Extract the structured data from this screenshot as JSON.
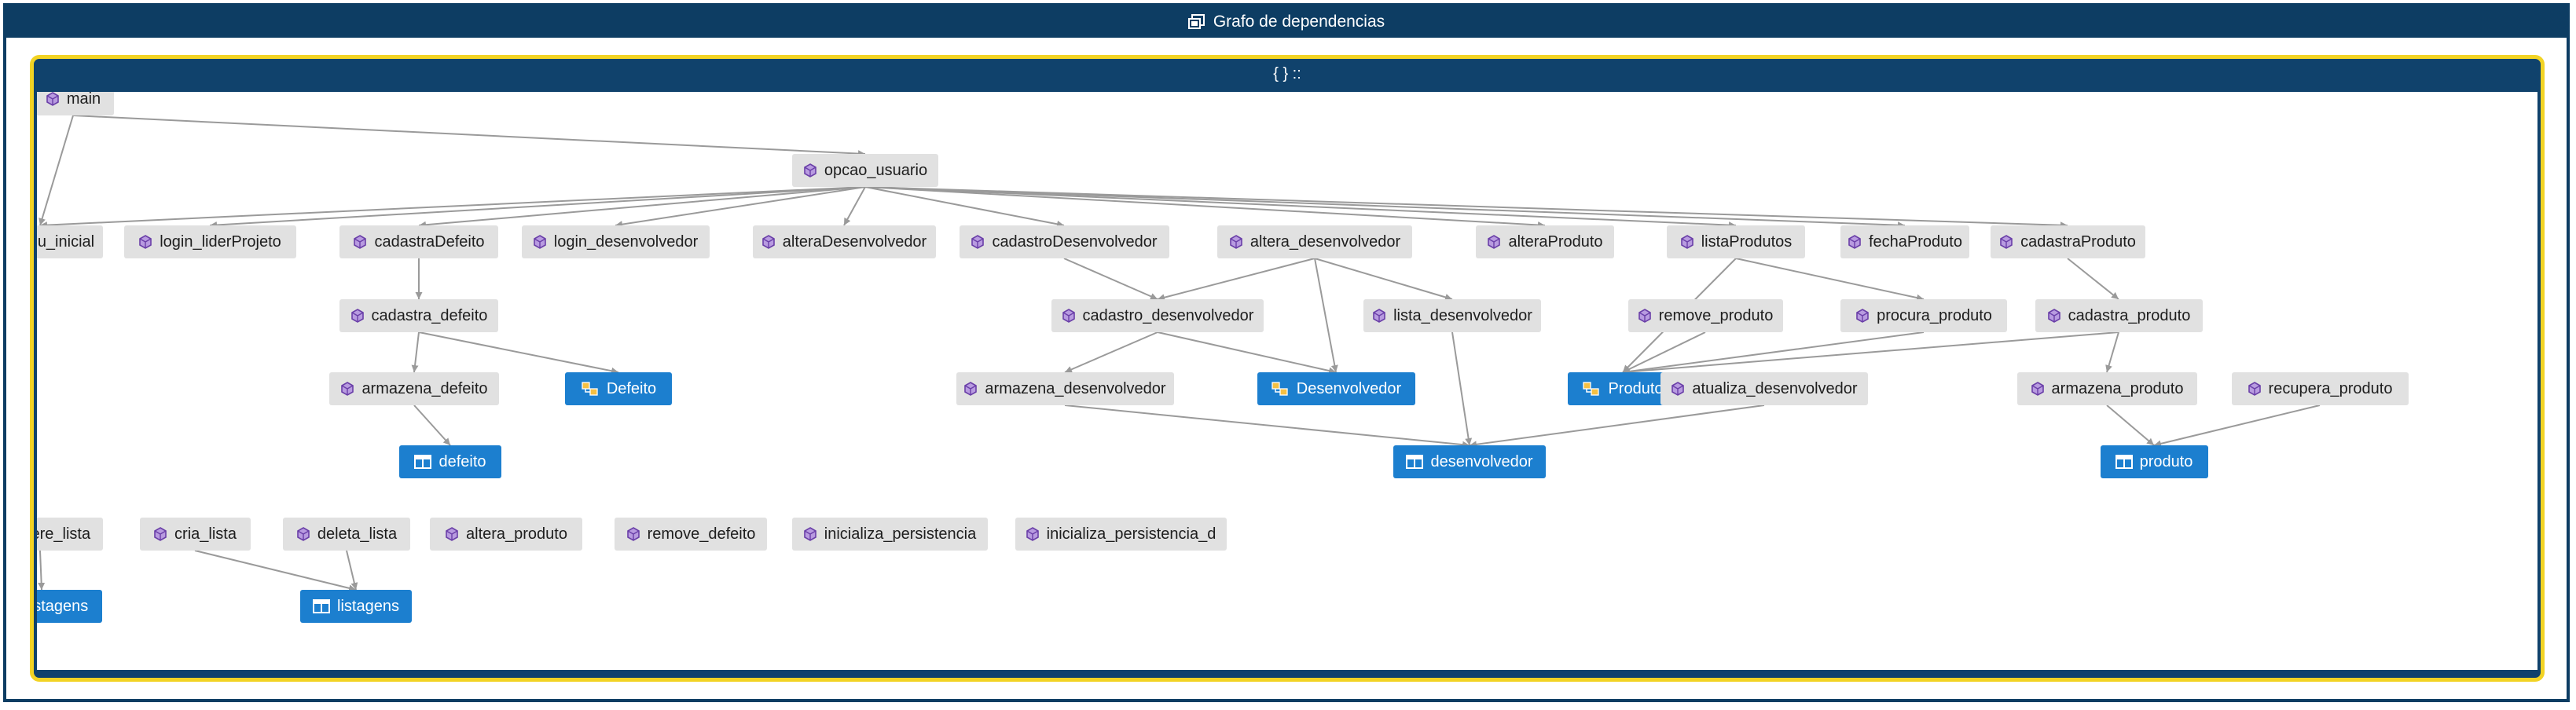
{
  "window": {
    "title": "Grafo de dependencias",
    "title_icon": "graph-window-icon"
  },
  "namespace": {
    "label": "{ } ::",
    "icon": "namespace-icon"
  },
  "colors": {
    "window_frame": "#0d3d63",
    "namespace_border": "#f2d324",
    "function_node": "#e1e1e1",
    "type_node": "#1c7fcf",
    "function_icon": "#7b4fb5",
    "edge": "#9a9a9a"
  },
  "nodes": [
    {
      "id": "main",
      "label": "main",
      "kind": "function"
    },
    {
      "id": "opcao_usuario",
      "label": "opcao_usuario",
      "kind": "function"
    },
    {
      "id": "menu_inicial",
      "label": "menu_inicial",
      "kind": "function"
    },
    {
      "id": "login_liderProjeto",
      "label": "login_liderProjeto",
      "kind": "function"
    },
    {
      "id": "cadastraDefeito",
      "label": "cadastraDefeito",
      "kind": "function"
    },
    {
      "id": "login_desenvolvedor",
      "label": "login_desenvolvedor",
      "kind": "function"
    },
    {
      "id": "alteraDesenvolvedor",
      "label": "alteraDesenvolvedor",
      "kind": "function"
    },
    {
      "id": "cadastroDesenvolvedor",
      "label": "cadastroDesenvolvedor",
      "kind": "function"
    },
    {
      "id": "altera_desenvolvedor",
      "label": "altera_desenvolvedor",
      "kind": "function"
    },
    {
      "id": "alteraProduto",
      "label": "alteraProduto",
      "kind": "function"
    },
    {
      "id": "listaProdutos",
      "label": "listaProdutos",
      "kind": "function"
    },
    {
      "id": "fechaProduto",
      "label": "fechaProduto",
      "kind": "function"
    },
    {
      "id": "cadastraProduto",
      "label": "cadastraProduto",
      "kind": "function"
    },
    {
      "id": "cadastra_defeito",
      "label": "cadastra_defeito",
      "kind": "function"
    },
    {
      "id": "cadastro_desenvolvedor",
      "label": "cadastro_desenvolvedor",
      "kind": "function"
    },
    {
      "id": "lista_desenvolvedor",
      "label": "lista_desenvolvedor",
      "kind": "function"
    },
    {
      "id": "remove_produto",
      "label": "remove_produto",
      "kind": "function"
    },
    {
      "id": "procura_produto",
      "label": "procura_produto",
      "kind": "function"
    },
    {
      "id": "cadastra_produto",
      "label": "cadastra_produto",
      "kind": "function"
    },
    {
      "id": "armazena_defeito",
      "label": "armazena_defeito",
      "kind": "function"
    },
    {
      "id": "Defeito",
      "label": "Defeito",
      "kind": "class"
    },
    {
      "id": "armazena_desenvolvedor",
      "label": "armazena_desenvolvedor",
      "kind": "function"
    },
    {
      "id": "Desenvolvedor",
      "label": "Desenvolvedor",
      "kind": "class"
    },
    {
      "id": "Produto",
      "label": "Produto",
      "kind": "class"
    },
    {
      "id": "atualiza_desenvolvedor",
      "label": "atualiza_desenvolvedor",
      "kind": "function"
    },
    {
      "id": "armazena_produto",
      "label": "armazena_produto",
      "kind": "function"
    },
    {
      "id": "recupera_produto",
      "label": "recupera_produto",
      "kind": "function"
    },
    {
      "id": "defeito",
      "label": "defeito",
      "kind": "variable"
    },
    {
      "id": "desenvolvedor",
      "label": "desenvolvedor",
      "kind": "variable"
    },
    {
      "id": "produto",
      "label": "produto",
      "kind": "variable"
    },
    {
      "id": "insere_lista",
      "label": "insere_lista",
      "kind": "function"
    },
    {
      "id": "cria_lista",
      "label": "cria_lista",
      "kind": "function"
    },
    {
      "id": "deleta_lista",
      "label": "deleta_lista",
      "kind": "function"
    },
    {
      "id": "altera_produto",
      "label": "altera_produto",
      "kind": "function"
    },
    {
      "id": "remove_defeito",
      "label": "remove_defeito",
      "kind": "function"
    },
    {
      "id": "inicializa_persistencia",
      "label": "inicializa_persistencia",
      "kind": "function"
    },
    {
      "id": "inicializa_persistencia_d",
      "label": "inicializa_persistencia_d",
      "kind": "function"
    },
    {
      "id": "Listagens",
      "label": "Listagens",
      "kind": "class"
    },
    {
      "id": "listagens",
      "label": "listagens",
      "kind": "variable"
    }
  ],
  "edges": [
    [
      "main",
      "opcao_usuario"
    ],
    [
      "main",
      "menu_inicial"
    ],
    [
      "opcao_usuario",
      "menu_inicial"
    ],
    [
      "opcao_usuario",
      "login_liderProjeto"
    ],
    [
      "opcao_usuario",
      "cadastraDefeito"
    ],
    [
      "opcao_usuario",
      "login_desenvolvedor"
    ],
    [
      "opcao_usuario",
      "alteraDesenvolvedor"
    ],
    [
      "opcao_usuario",
      "cadastroDesenvolvedor"
    ],
    [
      "opcao_usuario",
      "alteraProduto"
    ],
    [
      "opcao_usuario",
      "listaProdutos"
    ],
    [
      "opcao_usuario",
      "fechaProduto"
    ],
    [
      "opcao_usuario",
      "cadastraProduto"
    ],
    [
      "cadastraDefeito",
      "cadastra_defeito"
    ],
    [
      "cadastra_defeito",
      "armazena_defeito"
    ],
    [
      "cadastra_defeito",
      "Defeito"
    ],
    [
      "armazena_defeito",
      "defeito"
    ],
    [
      "cadastroDesenvolvedor",
      "cadastro_desenvolvedor"
    ],
    [
      "altera_desenvolvedor",
      "cadastro_desenvolvedor"
    ],
    [
      "altera_desenvolvedor",
      "Desenvolvedor"
    ],
    [
      "altera_desenvolvedor",
      "lista_desenvolvedor"
    ],
    [
      "cadastro_desenvolvedor",
      "armazena_desenvolvedor"
    ],
    [
      "cadastro_desenvolvedor",
      "Desenvolvedor"
    ],
    [
      "armazena_desenvolvedor",
      "desenvolvedor"
    ],
    [
      "lista_desenvolvedor",
      "desenvolvedor"
    ],
    [
      "atualiza_desenvolvedor",
      "desenvolvedor"
    ],
    [
      "listaProdutos",
      "Produto"
    ],
    [
      "listaProdutos",
      "procura_produto"
    ],
    [
      "remove_produto",
      "Produto"
    ],
    [
      "procura_produto",
      "Produto"
    ],
    [
      "cadastraProduto",
      "cadastra_produto"
    ],
    [
      "cadastra_produto",
      "Produto"
    ],
    [
      "cadastra_produto",
      "armazena_produto"
    ],
    [
      "armazena_produto",
      "produto"
    ],
    [
      "recupera_produto",
      "produto"
    ],
    [
      "insere_lista",
      "Listagens"
    ],
    [
      "cria_lista",
      "listagens"
    ],
    [
      "deleta_lista",
      "listagens"
    ]
  ]
}
